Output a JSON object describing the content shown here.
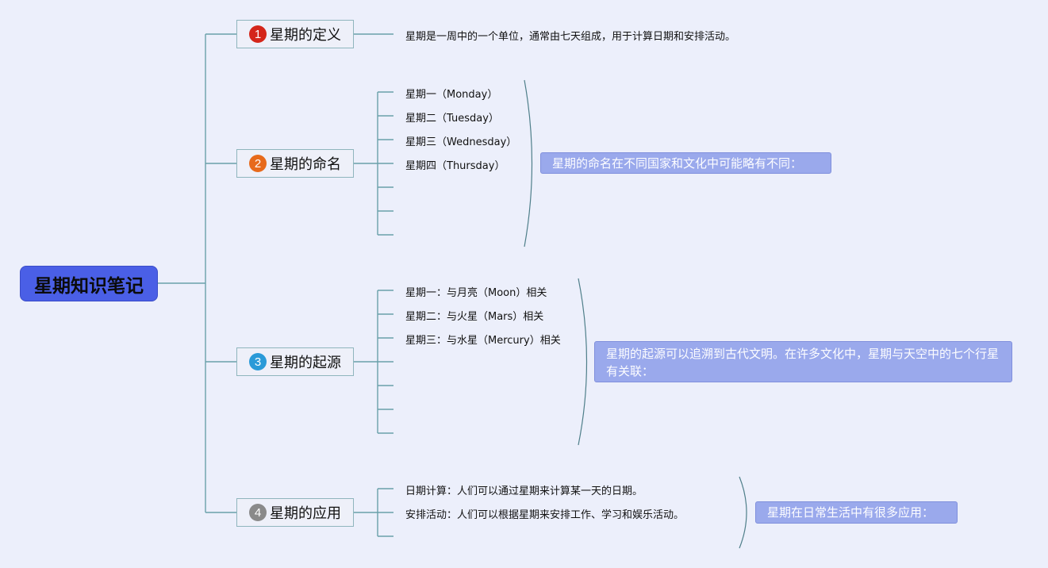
{
  "root": {
    "label": "星期知识笔记"
  },
  "topics": [
    {
      "num": "1",
      "num_color": "#d4261a",
      "label": "星期的定义",
      "leaves": [
        "星期是一周中的一个单位，通常由七天组成，用于计算日期和安排活动。"
      ]
    },
    {
      "num": "2",
      "num_color": "#e76a1c",
      "label": "星期的命名",
      "leaves": [
        "星期一（Monday）",
        "星期二（Tuesday）",
        "星期三（Wednesday）",
        "星期四（Thursday）",
        "",
        "",
        ""
      ],
      "summary": "星期的命名在不同国家和文化中可能略有不同："
    },
    {
      "num": "3",
      "num_color": "#2a9ad8",
      "label": "星期的起源",
      "leaves": [
        "星期一：与月亮（Moon）相关",
        "星期二：与火星（Mars）相关",
        "星期三：与水星（Mercury）相关",
        "",
        "",
        "",
        ""
      ],
      "summary": "星期的起源可以追溯到古代文明。在许多文化中，星期与天空中的七个行星有关联："
    },
    {
      "num": "4",
      "num_color": "#8a8a8a",
      "label": "星期的应用",
      "leaves": [
        "日期计算：人们可以通过星期来计算某一天的日期。",
        "安排活动：人们可以根据星期来安排工作、学习和娱乐活动。",
        ""
      ],
      "summary": "星期在日常生活中有很多应用："
    }
  ]
}
